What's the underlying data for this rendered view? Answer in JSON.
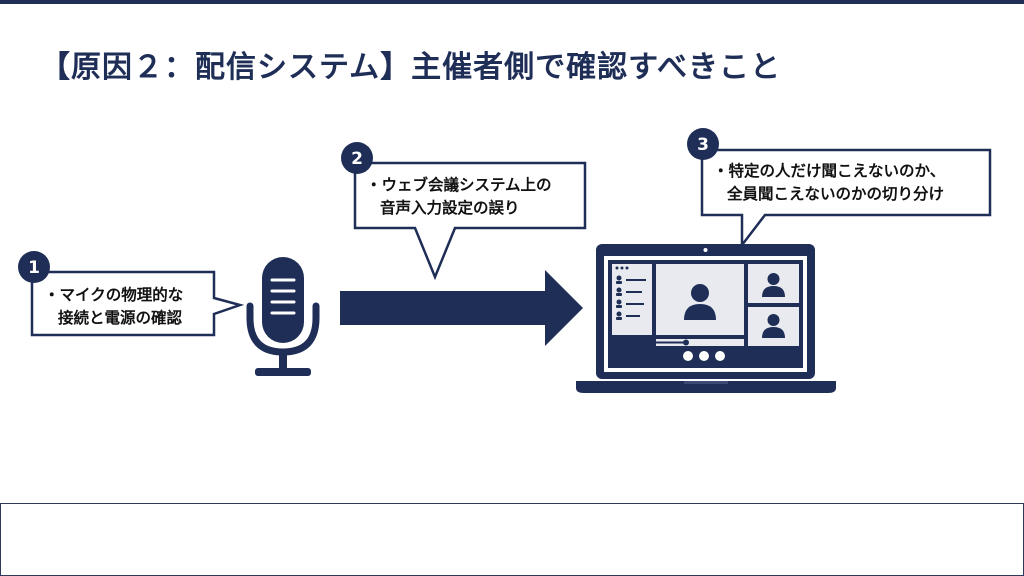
{
  "slide": {
    "title": "【原因２：配信システム】主催者側で確認すべきこと"
  },
  "callouts": [
    {
      "number": "1",
      "lines": [
        "・マイクの物理的な",
        "接続と電源の確認"
      ]
    },
    {
      "number": "2",
      "lines": [
        "・ウェブ会議システム上の",
        "音声入力設定の誤り"
      ]
    },
    {
      "number": "3",
      "lines": [
        "・特定の人だけ聞こえないのか、",
        "全員聞こえないのかの切り分け"
      ]
    }
  ],
  "icons": [
    "microphone-icon",
    "arrow-right-icon",
    "laptop-video-conference-icon"
  ],
  "colors": {
    "navy": "#1f2e57",
    "navy_dark": "#1b2b52",
    "screen_bg": "#e8eaef",
    "white": "#ffffff"
  }
}
